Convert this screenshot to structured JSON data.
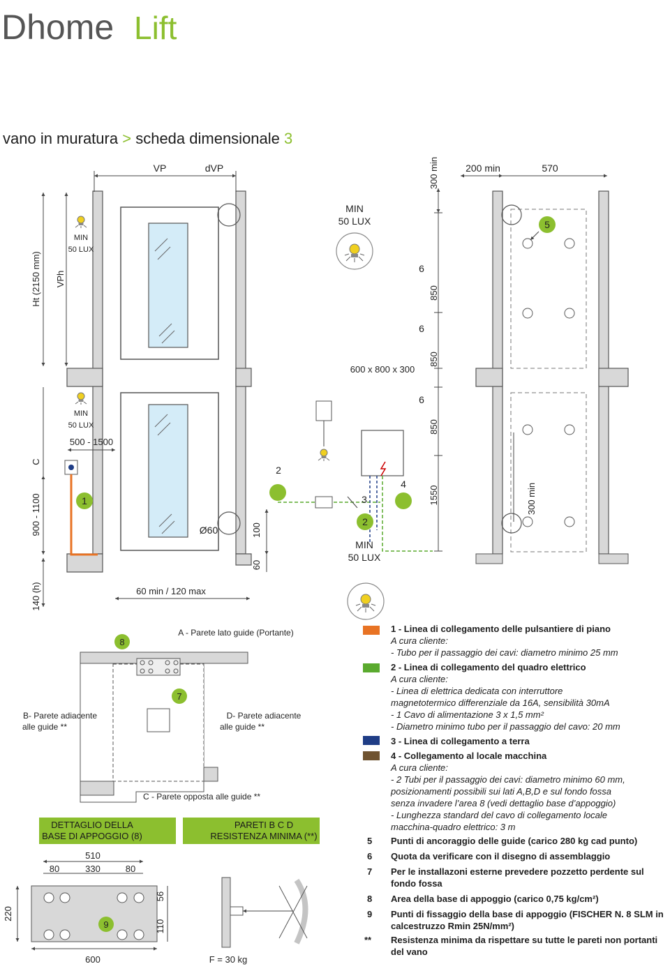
{
  "brand": {
    "part1": "Dhome",
    "part2": "Lift"
  },
  "title": {
    "main": "vano in muratura",
    "sep": ">",
    "sub": "scheda dimensionale",
    "num": "3"
  },
  "colors": {
    "accent": "#8cbf2f",
    "line1": "#e87324",
    "line2": "#5aaa2e",
    "line3": "#1f3d86",
    "line4": "#6f5330",
    "wall": "#d8d8d8"
  },
  "drawing": {
    "lbl_vp": "VP",
    "lbl_dvp": "dVP",
    "lbl_ht": "Ht (2150 mm)",
    "lbl_vph": "VPh",
    "lbl_c": "C",
    "lbl_900": "900 - 1100",
    "lbl_140": "140 (h)",
    "min_lux_a1": "MIN",
    "min_lux_a2": "50 LUX",
    "min_lux_b1": "MIN",
    "min_lux_b2": "50 LUX",
    "min_lux_c1": "MIN",
    "min_lux_c2": "50 LUX",
    "min_lux_d1": "MIN",
    "min_lux_d2": "50 LUX",
    "lbl_500": "500 - 1500",
    "lbl_1": "1",
    "lbl_60": "Ø60",
    "lbl_60minmax": "60 min / 120 max",
    "lbl_100": "100",
    "lbl_60b": "60",
    "lbl_2a": "2",
    "lbl_2b": "2",
    "lbl_3": "3",
    "lbl_4": "4",
    "lbl_box": "600 x 800 x 300",
    "lbl_300min_top": "300 min",
    "lbl_200min": "200 min",
    "lbl_570": "570",
    "lbl_5": "5",
    "lbl_6a": "6",
    "lbl_6b": "6",
    "lbl_6c": "6",
    "lbl_850a": "850",
    "lbl_850b": "850",
    "lbl_850c": "850",
    "lbl_1550": "1550",
    "lbl_300min_bot": "300 min",
    "lbl_8": "8",
    "lbl_7": "7",
    "lbl_a": "A - Parete lato guide (Portante)",
    "lbl_b1": "B- Parete adiacente",
    "lbl_b2": "alle guide **",
    "lbl_d1": "D- Parete adiacente",
    "lbl_d2": "alle guide **",
    "lbl_cwall": "C - Parete opposta alle guide **",
    "banner1_l1": "DETTAGLIO DELLA",
    "banner1_l2": "BASE DI APPOGGIO (8)",
    "banner2_l1": "PARETI B C D",
    "banner2_l2": "RESISTENZA MINIMA (**)",
    "lbl_510": "510",
    "lbl_80a": "80",
    "lbl_330": "330",
    "lbl_80b": "80",
    "lbl_56": "56",
    "lbl_110": "110",
    "lbl_220": "220",
    "lbl_9": "9",
    "lbl_600": "600",
    "lbl_force": "F = 30 kg"
  },
  "legend": {
    "l1_title": "1 - Linea di collegamento delle pulsantiere di piano",
    "l1_a": "A cura cliente:",
    "l1_b": "- Tubo per il passaggio dei cavi: diametro minimo 25 mm",
    "l2_title": "2  - Linea di collegamento del quadro elettrico",
    "l2_a": "A cura cliente:",
    "l2_b": "- Linea di elettrica dedicata con interruttore",
    "l2_c": "magnetotermico differenziale da 16A, sensibilità 30mA",
    "l2_d": "- 1 Cavo di alimentazione 3 x 1,5 mm²",
    "l2_e": "- Diametro minimo tubo per il passaggio del cavo: 20 mm",
    "l3_title": "3 - Linea di collegamento a terra",
    "l4_title": "4 - Collegamento al locale macchina",
    "l4_a": "A cura cliente:",
    "l4_b": "- 2 Tubi per il passaggio dei cavi: diametro minimo 60 mm,",
    "l4_c": " posizionamenti possibili sui lati A,B,D e sul fondo fossa",
    "l4_d": "senza invadere l’area 8 (vedi dettaglio base d’appoggio)",
    "l4_e": "- Lunghezza standard del cavo di collegamento locale",
    "l4_f": "macchina-quadro elettrico: 3 m",
    "n5": "5",
    "t5": "Punti di ancoraggio delle guide (carico 280 kg cad punto)",
    "n6": "6",
    "t6": "Quota da verificare con il disegno di assemblaggio",
    "n7": "7",
    "t7": "Per le installazoni esterne prevedere pozzetto perdente sul fondo fossa",
    "n8": "8",
    "t8": "Area della base di appoggio (carico 0,75 kg/cm²)",
    "n9": "9",
    "t9": "Punti di fissaggio della base di appoggio (FISCHER N. 8 SLM in calcestruzzo Rmin 25N/mm²)",
    "nstar": "**",
    "tstar": "Resistenza minima da rispettare su tutte le pareti non portanti del vano"
  }
}
